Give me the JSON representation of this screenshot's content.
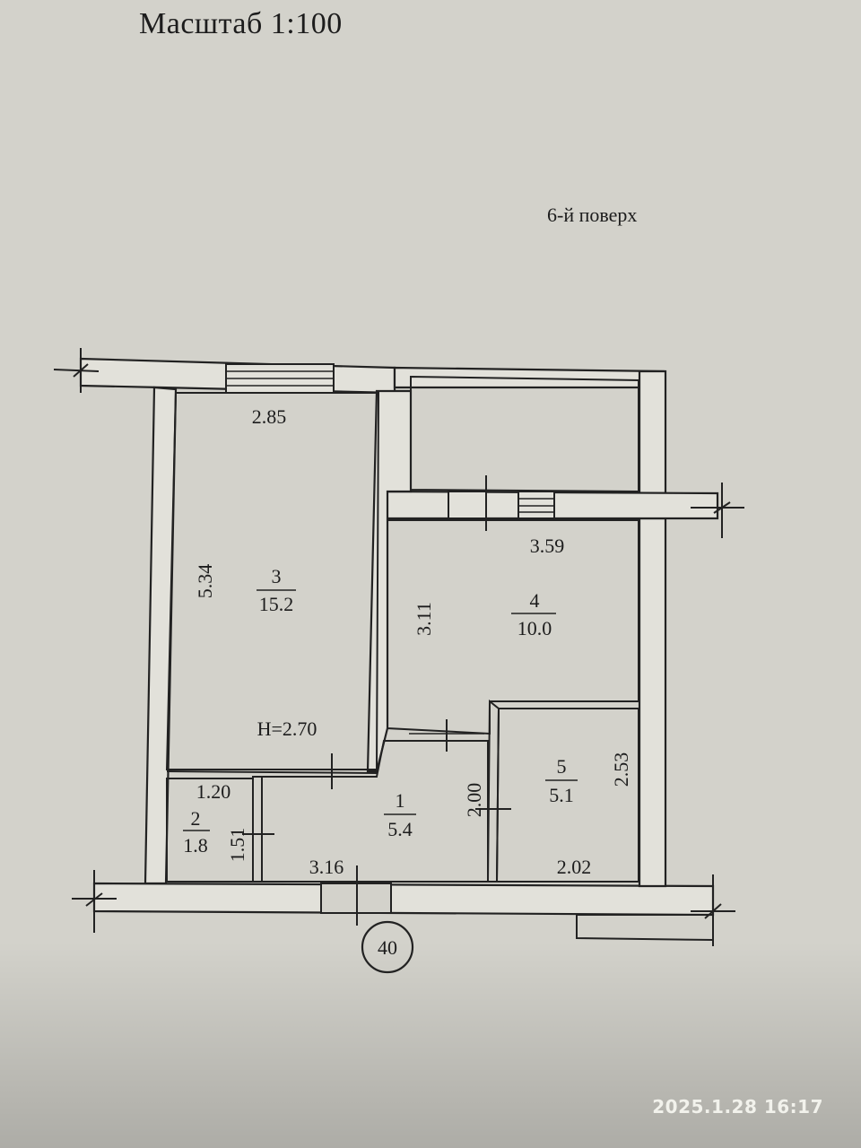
{
  "document": {
    "scale_title": "Масштаб 1:100",
    "floor_label": "6-й поверх",
    "photo_timestamp": "2025.1.28 16:17"
  },
  "rooms": [
    {
      "number": "3",
      "area": "15.2"
    },
    {
      "number": "4",
      "area": "10.0"
    },
    {
      "number": "5",
      "area": "5.1"
    },
    {
      "number": "1",
      "area": "5.4"
    },
    {
      "number": "2",
      "area": "1.8"
    }
  ],
  "dimensions": {
    "room3_width": "2.85",
    "room3_length": "5.34",
    "ceiling_height": "H=2.70",
    "room4_width": "3.59",
    "room4_length": "3.11",
    "room5_length": "2.53",
    "room5_width": "2.02",
    "room1_length": "2.00",
    "room1_width": "3.16",
    "room2_width": "1.20",
    "room2_length": "1.51"
  },
  "axis_marker": "40",
  "colors": {
    "paper": "#d3d2cb",
    "ink": "#1c1c1c",
    "wall_fill": "#e2e1da"
  }
}
